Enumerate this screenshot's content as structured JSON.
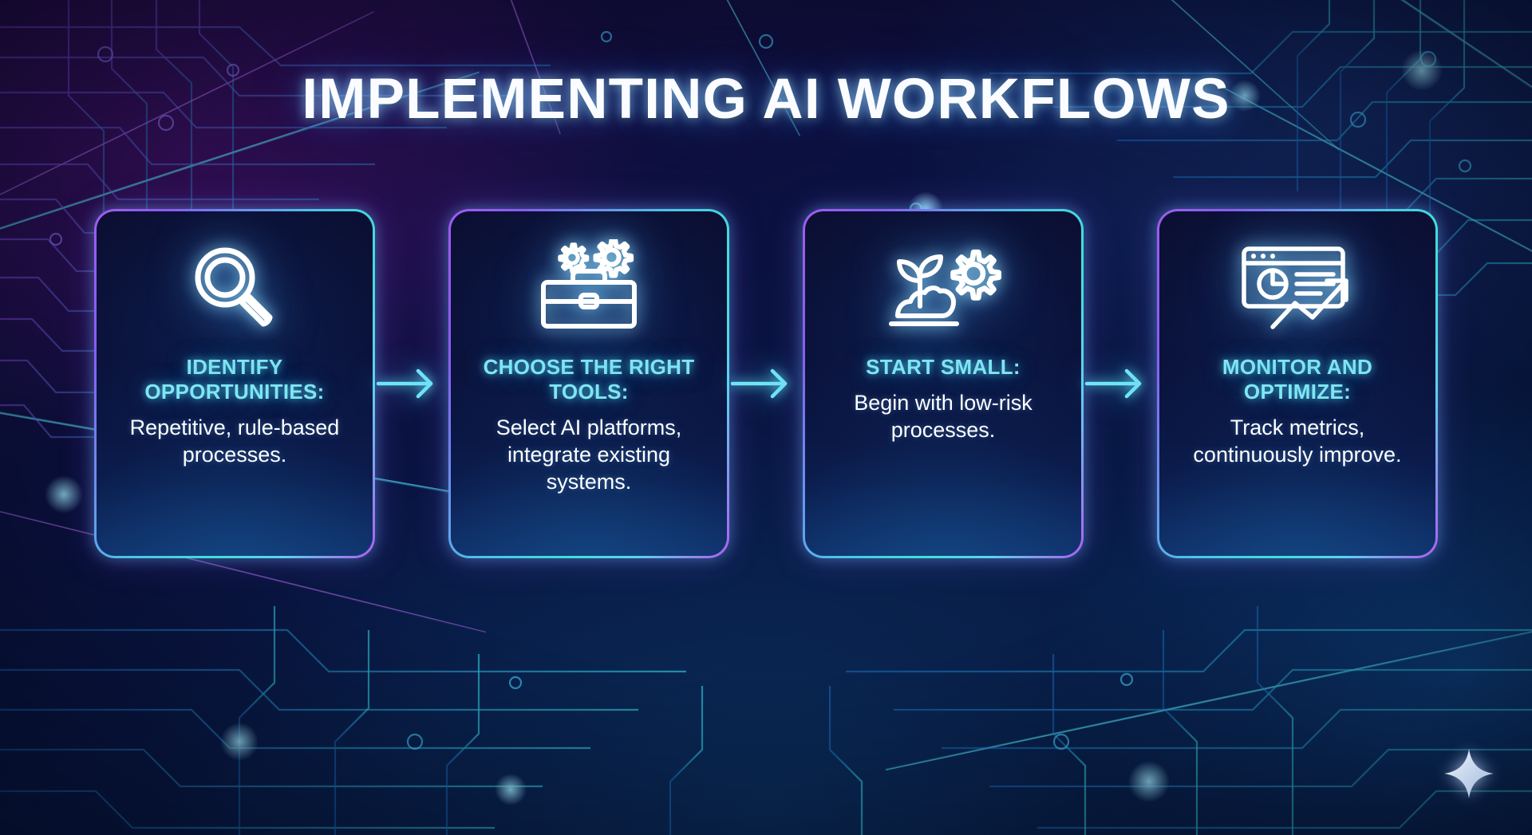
{
  "page": {
    "title": "IMPLEMENTING AI WORKFLOWS",
    "background_style": "circuit-board-neon",
    "colors": {
      "heading_cyan": "#7fe6f2",
      "body_white": "#ffffff",
      "title_white": "#fbfcff",
      "border_purple": "#a25bf0",
      "border_cyan": "#3fe0d8",
      "arrow_cyan": "#6fe6f7",
      "card_fill_dark": "#0b0f33"
    }
  },
  "steps": [
    {
      "index": 1,
      "icon": "magnifying-glass-icon",
      "heading": "IDENTIFY OPPORTUNITIES:",
      "body": "Repetitive, rule-based processes."
    },
    {
      "index": 2,
      "icon": "toolbox-gears-icon",
      "heading": "CHOOSE THE RIGHT TOOLS:",
      "body": "Select AI platforms, integrate existing systems."
    },
    {
      "index": 3,
      "icon": "sprout-gear-icon",
      "heading": "START SMALL:",
      "body": "Begin with low-risk processes."
    },
    {
      "index": 4,
      "icon": "dashboard-analytics-icon",
      "heading": "MONITOR AND OPTIMIZE:",
      "body": "Track metrics, continuously improve."
    }
  ],
  "connectors": [
    {
      "from": 1,
      "to": 2,
      "icon": "arrow-right-icon"
    },
    {
      "from": 2,
      "to": 3,
      "icon": "arrow-right-icon"
    },
    {
      "from": 3,
      "to": 4,
      "icon": "arrow-right-icon"
    }
  ],
  "decor": {
    "sparkle": "sparkle-icon"
  }
}
